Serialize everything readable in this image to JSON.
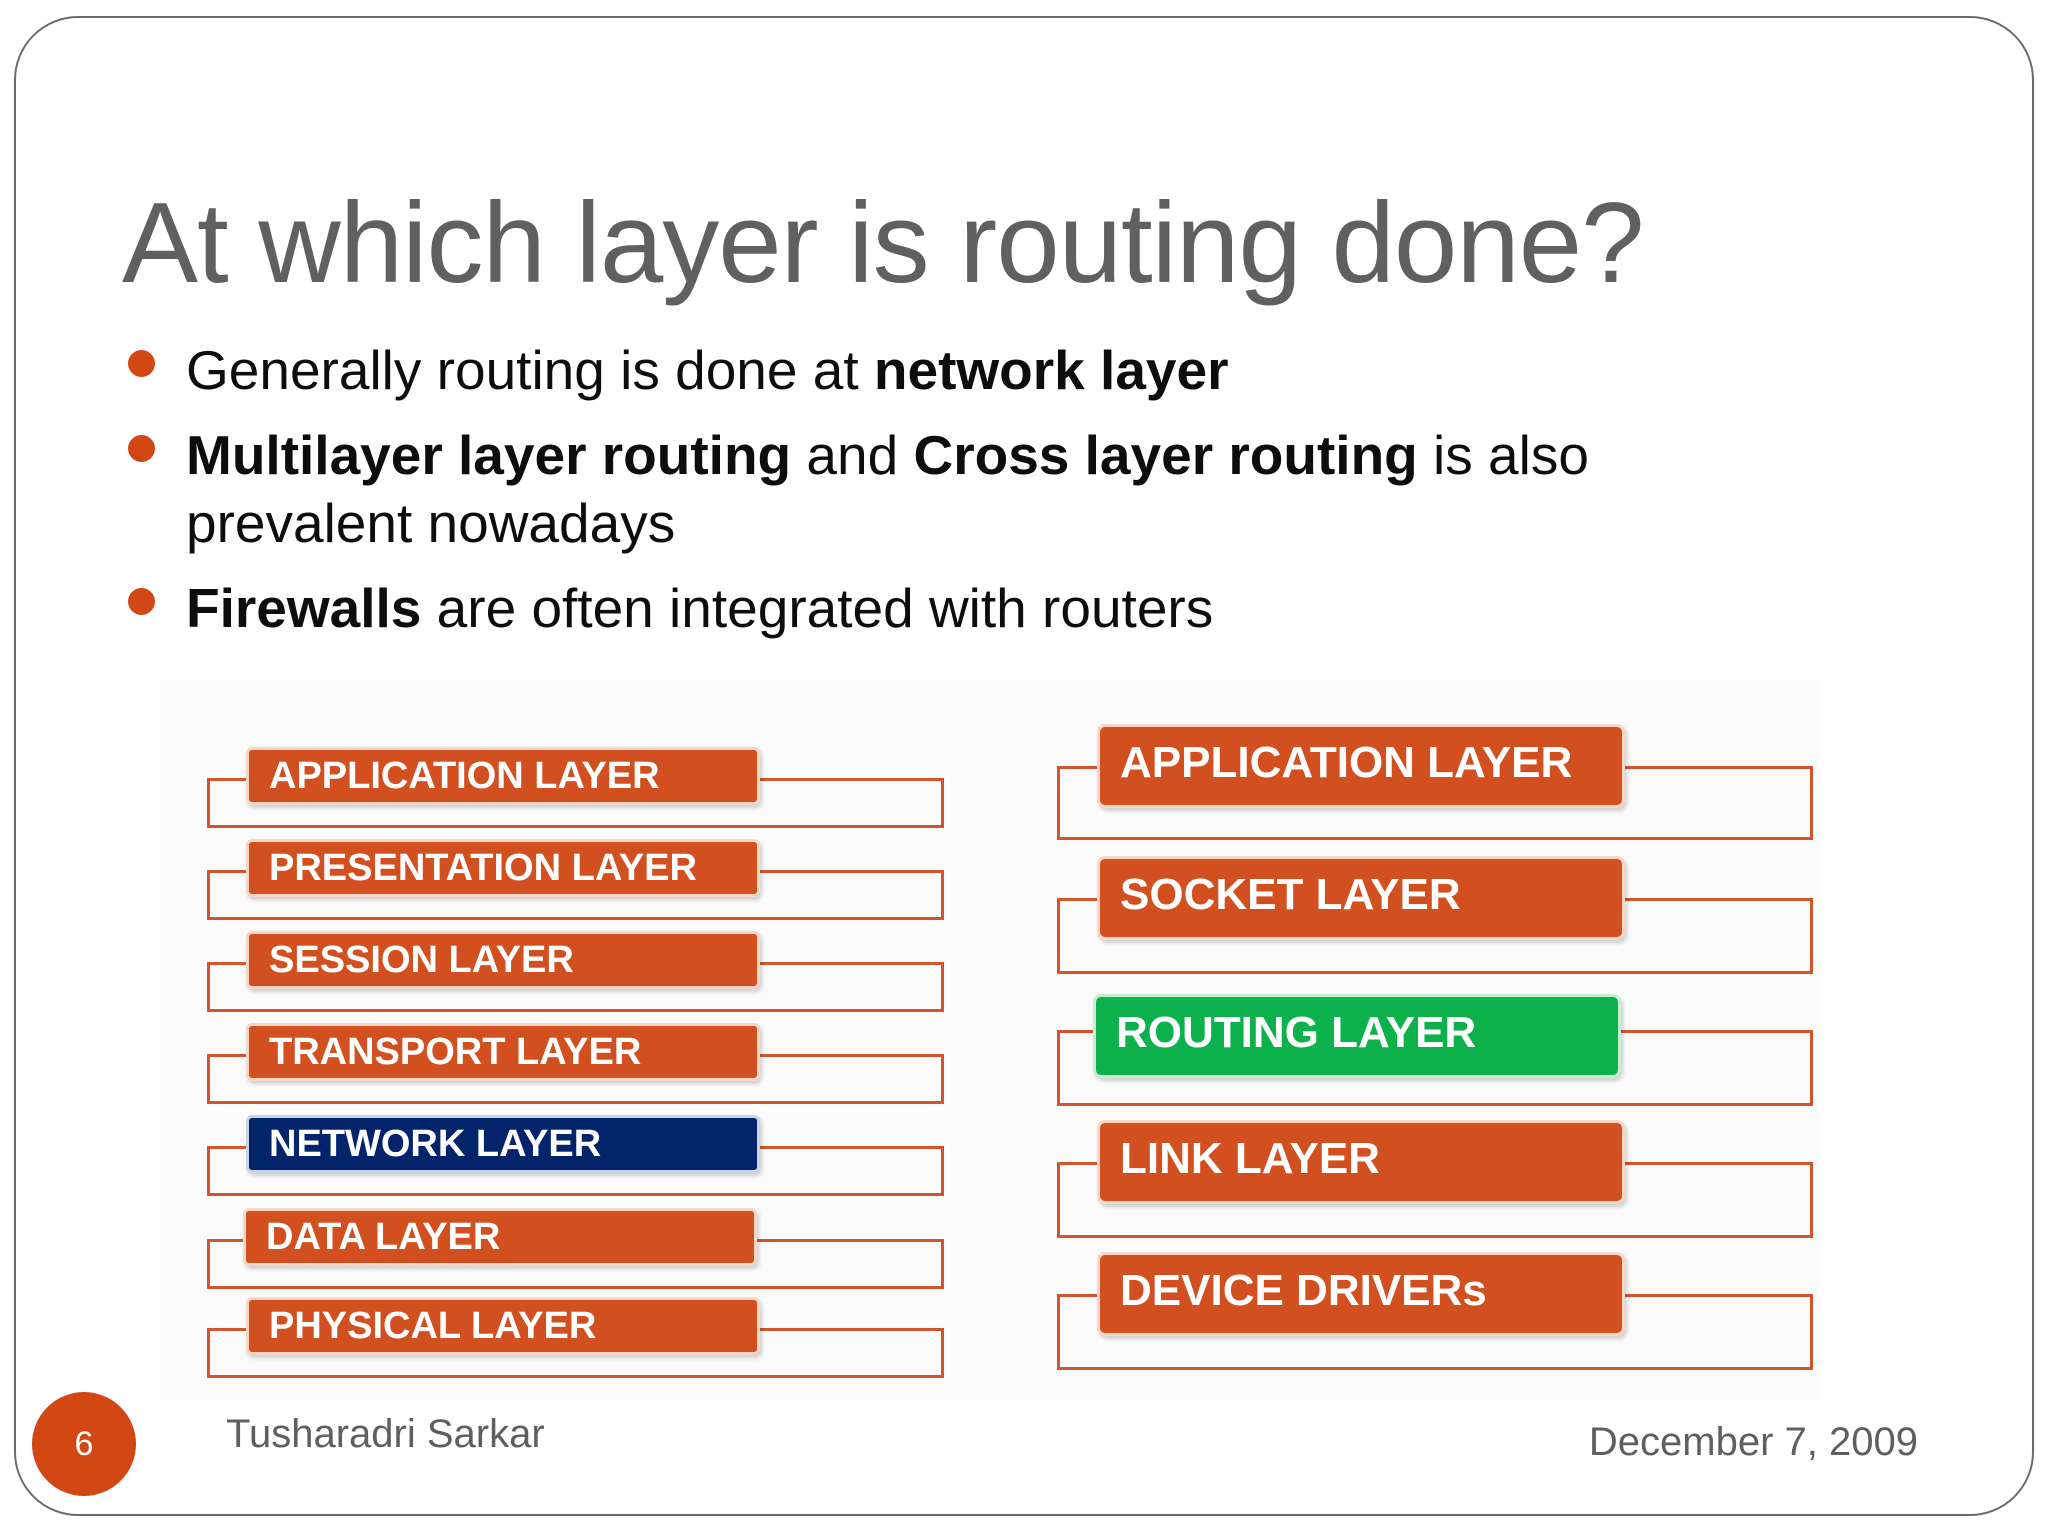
{
  "slide": {
    "title": "At which layer is routing done?",
    "bullets": [
      {
        "parts": [
          {
            "text": "Generally routing is done at ",
            "bold": false
          },
          {
            "text": "network layer",
            "bold": true
          }
        ]
      },
      {
        "parts": [
          {
            "text": "Multilayer layer routing",
            "bold": true
          },
          {
            "text": " and ",
            "bold": false
          },
          {
            "text": "Cross layer routing",
            "bold": true
          },
          {
            "text": " is also prevalent nowadays",
            "bold": false
          }
        ]
      },
      {
        "parts": [
          {
            "text": "Firewalls",
            "bold": true
          },
          {
            "text": " are often integrated with routers",
            "bold": false
          }
        ]
      }
    ],
    "osi_stack": [
      {
        "label": "APPLICATION LAYER",
        "highlight": "none"
      },
      {
        "label": "PRESENTATION LAYER",
        "highlight": "none"
      },
      {
        "label": "SESSION LAYER",
        "highlight": "none"
      },
      {
        "label": "TRANSPORT LAYER",
        "highlight": "none"
      },
      {
        "label": "NETWORK LAYER",
        "highlight": "blue"
      },
      {
        "label": "DATA LAYER",
        "highlight": "none"
      },
      {
        "label": "PHYSICAL LAYER",
        "highlight": "none"
      }
    ],
    "alt_stack": [
      {
        "label": "APPLICATION  LAYER",
        "highlight": "none"
      },
      {
        "label": "SOCKET LAYER",
        "highlight": "none"
      },
      {
        "label": "ROUTING LAYER",
        "highlight": "green"
      },
      {
        "label": "LINK LAYER",
        "highlight": "none"
      },
      {
        "label": "DEVICE DRIVERs",
        "highlight": "none"
      }
    ],
    "colors": {
      "accent": "#d2501f",
      "network_highlight": "#03246b",
      "routing_highlight": "#0db14b",
      "title": "#606060"
    },
    "footer": {
      "slide_number": "6",
      "author": "Tusharadri Sarkar",
      "date": "December 7, 2009"
    }
  }
}
